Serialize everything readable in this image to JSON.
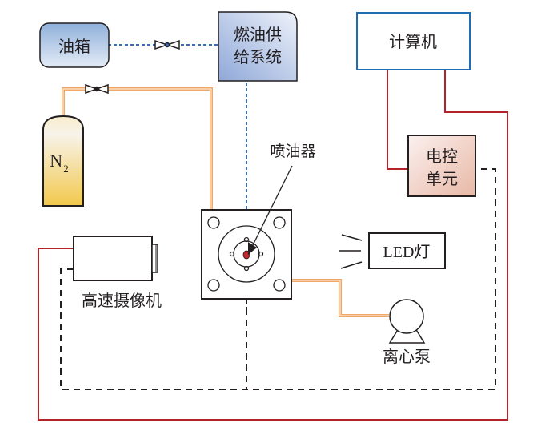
{
  "diagram": {
    "components": {
      "oil_tank": {
        "label": "油箱"
      },
      "fuel_supply": {
        "label_line1": "燃油供",
        "label_line2": "给系统"
      },
      "computer": {
        "label": "计算机"
      },
      "ecu": {
        "label_line1": "电控",
        "label_line2": "单元"
      },
      "nitrogen_tank": {
        "label": "N",
        "subscript": "2"
      },
      "injector": {
        "label": "喷油器"
      },
      "led_lamp": {
        "label": "LED灯"
      },
      "camera": {
        "label": "高速摄像机"
      },
      "pump": {
        "label": "离心泵"
      }
    },
    "colors": {
      "fuel_line": "#3a6db5",
      "gas_line": "#f0a868",
      "signal_line": "#b5232a",
      "control_line": "#231f20",
      "computer_border": "#1f6db5",
      "tank_fill_top": "#8fb0da",
      "tank_fill_bottom": "#dbe5f3",
      "ecu_fill": "#ecc4b4",
      "n2_fill_top": "#f8f3e6",
      "n2_fill_bottom": "#f2c84b",
      "injector_tip": "#c4262d"
    }
  }
}
